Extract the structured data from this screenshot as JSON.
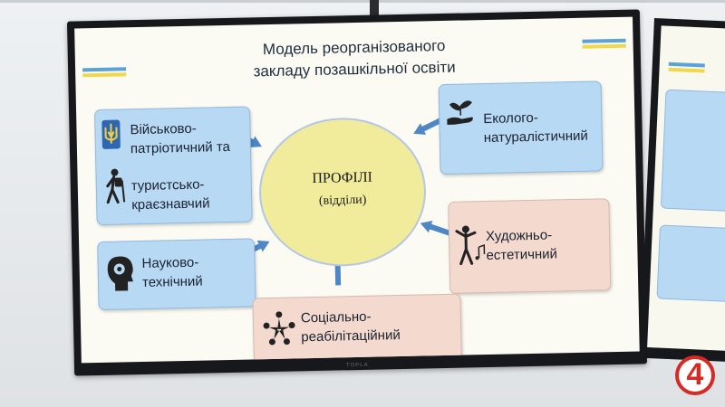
{
  "slide": {
    "title_line1": "Модель реорганізованого",
    "title_line2": "закладу позашкільної освіти",
    "center_title": "ПРОФІЛІ",
    "center_sub": "(відділи)",
    "boxes": {
      "military_line1": "Військово-",
      "military_line2": "патріотичний та",
      "tourism_line1": "туристсько-",
      "tourism_line2": "краєзнавчий",
      "eco_line1": "Еколого-",
      "eco_line2": "натуралістичний",
      "science_line1": "Науково-",
      "science_line2": "технічний",
      "art_line1": "Художньо-",
      "art_line2": "естетичний",
      "social_line1": "Соціально-",
      "social_line2": "реабілітаційний"
    },
    "colors": {
      "blue_box": "#b8d9f4",
      "pink_box": "#f4d9cf",
      "circle": "#f0ec9c",
      "arrow": "#4f86c6"
    }
  },
  "tv_brand": "TOPLA",
  "channel_logo": "4",
  "icons": [
    "trident-icon",
    "hiker-icon",
    "plant-hand-icon",
    "brain-gear-icon",
    "dancer-music-icon",
    "people-circle-icon"
  ]
}
